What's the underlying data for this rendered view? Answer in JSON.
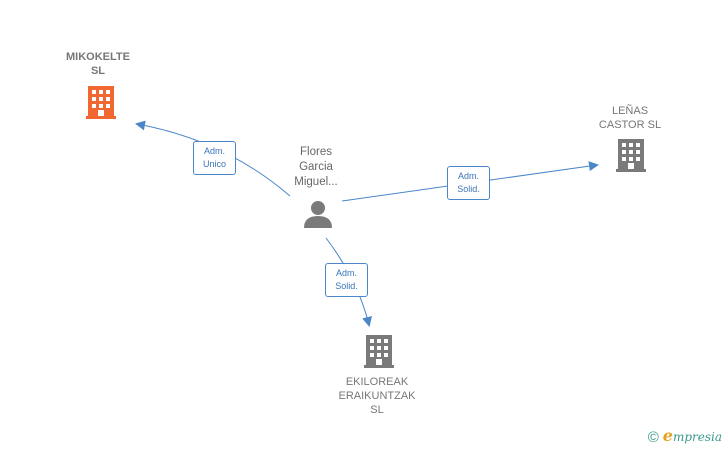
{
  "colors": {
    "edge": "#4a86c8",
    "company_highlight": "#f26631",
    "company_default": "#7a7a7a",
    "person": "#7a7a7a"
  },
  "nodes": {
    "mikokelte": {
      "line1": "MIKOKELTE",
      "line2": "SL",
      "icon": "building-icon",
      "highlight": true
    },
    "lenas": {
      "line1": "LEÑAS",
      "line2": "CASTOR  SL",
      "icon": "building-icon"
    },
    "ekiloreak": {
      "line1": "EKILOREAK",
      "line2": "ERAIKUNTZAK",
      "line3": "SL",
      "icon": "building-icon"
    },
    "person": {
      "line1": "Flores",
      "line2": "Garcia",
      "line3": "Miguel...",
      "icon": "person-icon"
    }
  },
  "edges": {
    "to_mikokelte": {
      "line1": "Adm.",
      "line2": "Unico"
    },
    "to_lenas": {
      "line1": "Adm.",
      "line2": "Solid."
    },
    "to_ekiloreak": {
      "line1": "Adm.",
      "line2": "Solid."
    }
  },
  "footer": {
    "copyright": "©",
    "brand_first": "e",
    "brand_rest": "mpresia"
  }
}
